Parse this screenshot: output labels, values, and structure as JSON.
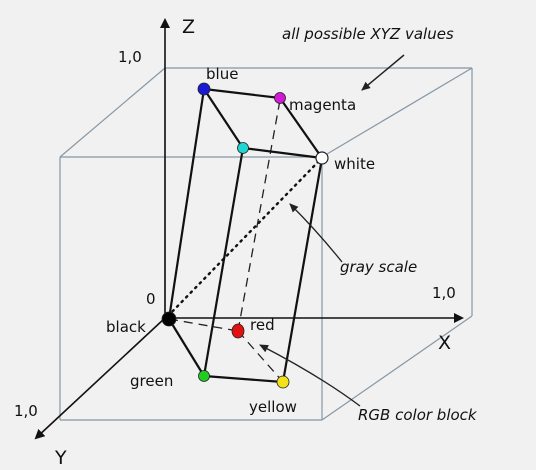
{
  "axes": {
    "x_label": "X",
    "y_label": "Y",
    "z_label": "Z",
    "x_tick": "1,0",
    "y_tick": "1,0",
    "z_tick": "1,0",
    "origin": "0"
  },
  "points": {
    "black": "black",
    "red": "red",
    "green": "green",
    "yellow": "yellow",
    "blue": "blue",
    "magenta": "magenta",
    "white": "white"
  },
  "annotations": {
    "all_possible": "all possible XYZ values",
    "gray_scale": "gray scale",
    "rgb_block": "RGB color block"
  },
  "colors": {
    "background": "#f1f1f1",
    "cube_edge": "#7f8f9c",
    "cube_front": "#6d7f8d",
    "block_edge": "#111111",
    "black": "#000000",
    "red": "#e11111",
    "green": "#22cc22",
    "yellow": "#f2e21a",
    "blue": "#1a1ad0",
    "magenta": "#d21ad6",
    "cyan": "#1fd6d2",
    "white": "#ffffff"
  }
}
